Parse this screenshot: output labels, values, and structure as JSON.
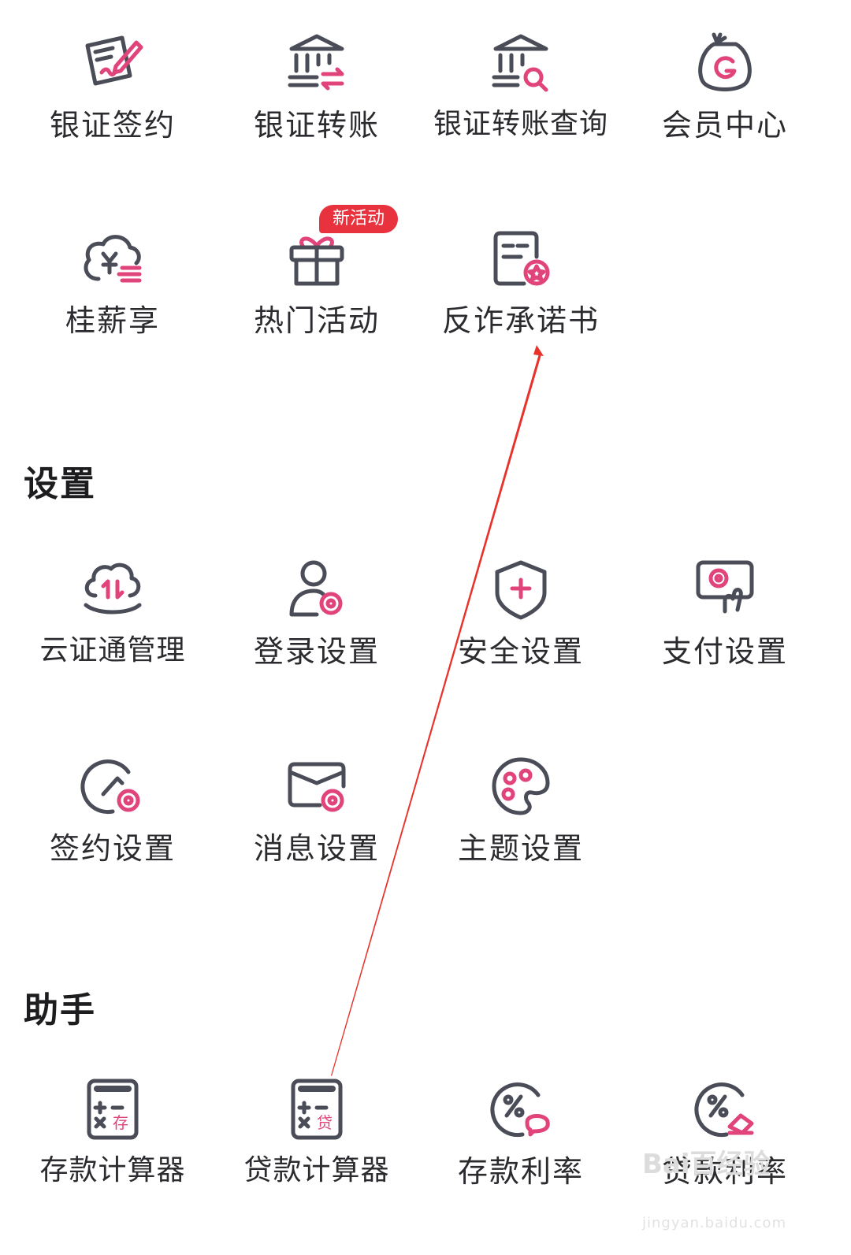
{
  "top": {
    "items": [
      {
        "label": "银证签约",
        "icon": "contract-sign-icon"
      },
      {
        "label": "银证转账",
        "icon": "bank-transfer-icon"
      },
      {
        "label": "银证转账查询",
        "icon": "bank-search-icon"
      },
      {
        "label": "会员中心",
        "icon": "money-bag-icon"
      },
      {
        "label": "桂薪享",
        "icon": "salary-cloud-icon"
      },
      {
        "label": "热门活动",
        "icon": "gift-icon",
        "badge": "新活动"
      },
      {
        "label": "反诈承诺书",
        "icon": "anti-fraud-doc-icon"
      }
    ]
  },
  "settings": {
    "title": "设置",
    "items": [
      {
        "label": "云证通管理",
        "icon": "cloud-cert-icon"
      },
      {
        "label": "登录设置",
        "icon": "user-settings-icon"
      },
      {
        "label": "安全设置",
        "icon": "shield-icon"
      },
      {
        "label": "支付设置",
        "icon": "payment-settings-icon"
      },
      {
        "label": "签约设置",
        "icon": "sign-settings-icon"
      },
      {
        "label": "消息设置",
        "icon": "message-settings-icon"
      },
      {
        "label": "主题设置",
        "icon": "palette-icon"
      }
    ]
  },
  "assistant": {
    "title": "助手",
    "items": [
      {
        "label": "存款计算器",
        "icon": "deposit-calculator-icon",
        "glyph": "存"
      },
      {
        "label": "贷款计算器",
        "icon": "loan-calculator-icon",
        "glyph": "贷"
      },
      {
        "label": "存款利率",
        "icon": "deposit-rate-icon"
      },
      {
        "label": "贷款利率",
        "icon": "loan-rate-icon"
      }
    ]
  },
  "watermark": {
    "brand": "Bai百经验",
    "site": "jingyan.baidu.com"
  },
  "colors": {
    "accent": "#e0447a",
    "icon_gray": "#4a4d57",
    "badge_red": "#e8333f",
    "annotation_arrow": "#e8322c"
  }
}
